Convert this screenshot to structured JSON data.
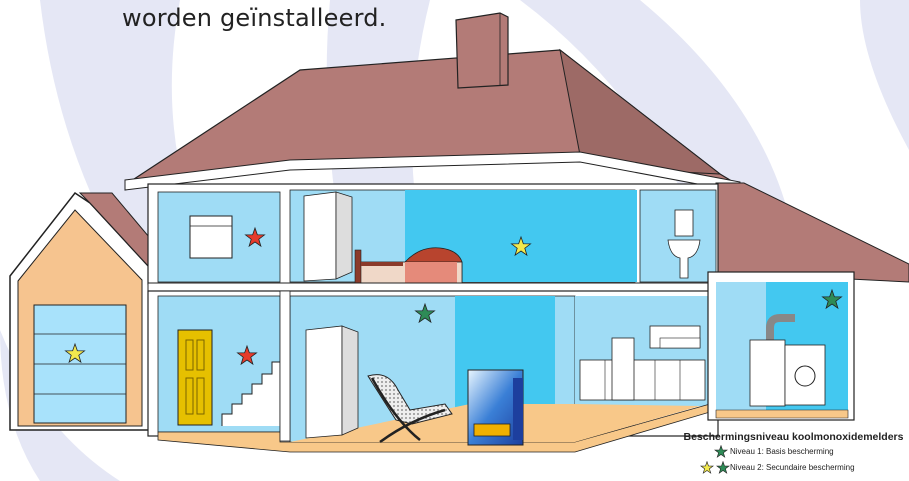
{
  "caption": "worden geïnstalleerd.",
  "legend": {
    "title": "Beschermingsniveau koolmonoxidemelders",
    "levels": [
      {
        "label": "Niveau 1: Basis bescherming",
        "color": "#2e8b57"
      },
      {
        "label": "Niveau 2: Secundaire bescherming",
        "color": "#f2e94e"
      }
    ]
  },
  "colors": {
    "roof": "#b37b77",
    "wall_blue": "#9fdcf5",
    "wall_bright": "#43c8f0",
    "garage": "#f6c48f",
    "floor": "#f8c889",
    "star_red": "#e53b2c",
    "star_green": "#2e8b57",
    "star_yellow": "#f2e94e",
    "door_yellow": "#e6c000",
    "background_swirl": "#e5e7f5"
  },
  "detectors": [
    {
      "room": "slaapkamer links",
      "level": "red"
    },
    {
      "room": "slaapkamer midden",
      "level": "yellow"
    },
    {
      "room": "garage",
      "level": "yellow"
    },
    {
      "room": "hal",
      "level": "red"
    },
    {
      "room": "woonkamer",
      "level": "green"
    },
    {
      "room": "bijkeuken",
      "level": "green"
    }
  ]
}
